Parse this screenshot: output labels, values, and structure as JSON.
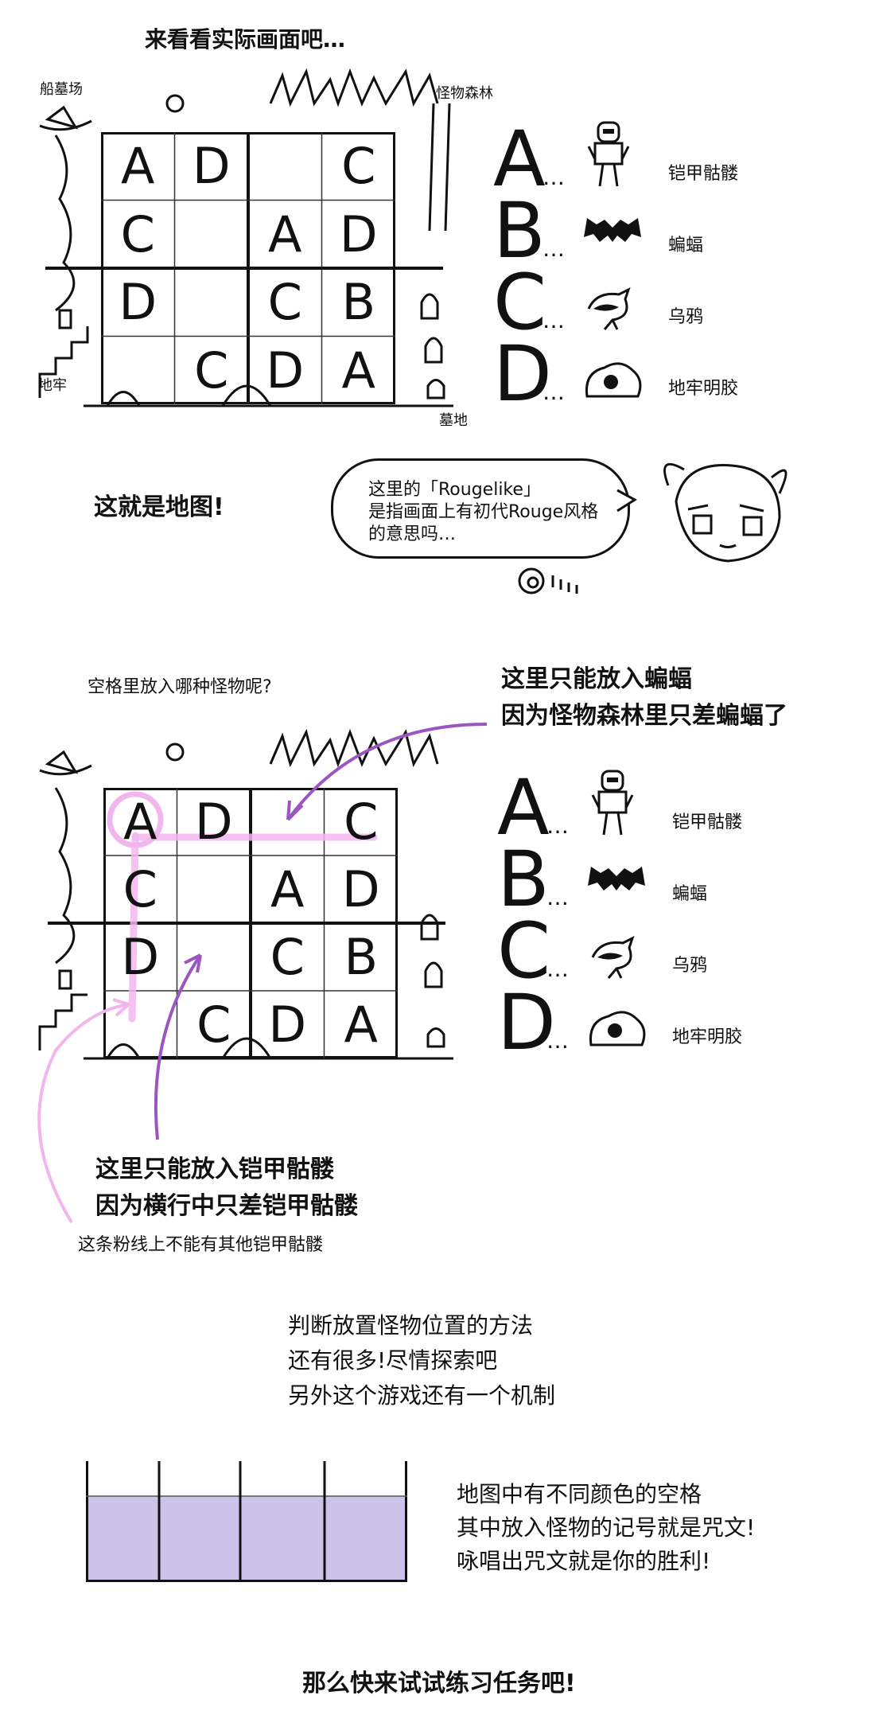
{
  "panel1": {
    "heading": "来看看实际画面吧…",
    "labels": {
      "shipyard": "船墓场",
      "forest": "怪物森林",
      "dungeon": "地牢",
      "graveyard": "墓地"
    },
    "grid": [
      [
        "A",
        "D",
        "",
        "C"
      ],
      [
        "C",
        "",
        "A",
        "D"
      ],
      [
        "D",
        "",
        "C",
        "B"
      ],
      [
        "",
        "C",
        "D",
        "A"
      ]
    ],
    "map_caption": "这就是地图!",
    "speech": {
      "line1": "这里的「Rougelike」",
      "line2": "是指画面上有初代Rouge风格",
      "line3": "的意思吗…"
    },
    "legend": [
      {
        "letter": "A",
        "dots": "…",
        "name": "铠甲骷髅",
        "icon": "armored-skeleton-icon"
      },
      {
        "letter": "B",
        "dots": "…",
        "name": "蝙蝠",
        "icon": "bat-icon"
      },
      {
        "letter": "C",
        "dots": "…",
        "name": "乌鸦",
        "icon": "crow-icon"
      },
      {
        "letter": "D",
        "dots": "…",
        "name": "地牢明胶",
        "icon": "slime-icon"
      }
    ]
  },
  "panel2": {
    "question": "空格里放入哪种怪物呢?",
    "note_top": {
      "line1": "这里只能放入蝙蝠",
      "line2": "因为怪物森林里只差蝙蝠了"
    },
    "note_bottom": {
      "line1": "这里只能放入铠甲骷髅",
      "line2": "因为横行中只差铠甲骷髅"
    },
    "pink_note": "这条粉线上不能有其他铠甲骷髅",
    "colors": {
      "pink": "#f2b6ef",
      "purple": "#9b55c0"
    }
  },
  "panel3": {
    "line1": "判断放置怪物位置的方法",
    "line2": "还有很多!尽情探索吧",
    "line3": "另外这个游戏还有一个机制",
    "right1": "地图中有不同颜色的空格",
    "right2": "其中放入怪物的记号就是咒文!",
    "right3": "咏唱出咒文就是你的胜利!",
    "final": "那么快来试试练习任务吧!",
    "colors": {
      "cell": "#cdc2ea"
    }
  }
}
